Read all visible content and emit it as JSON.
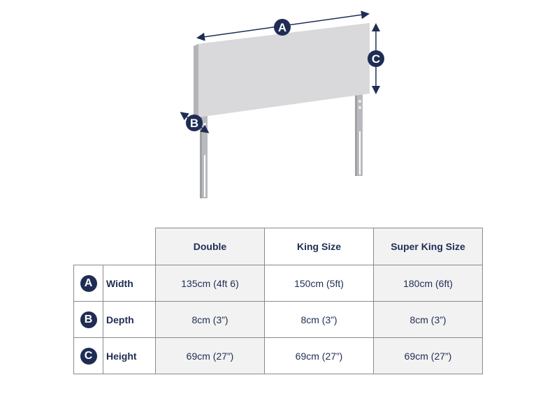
{
  "diagram": {
    "subject": "headboard-with-legs",
    "dimension_markers": [
      {
        "letter": "A",
        "meaning": "Width"
      },
      {
        "letter": "B",
        "meaning": "Depth"
      },
      {
        "letter": "C",
        "meaning": "Height"
      }
    ],
    "colors": {
      "marker": "#1f2d54",
      "panel_front": "#d9d9dc",
      "panel_edge": "#a9a9ad",
      "leg": "#b8babd"
    }
  },
  "table": {
    "columns": [
      "Double",
      "King Size",
      "Super King Size"
    ],
    "rows": [
      {
        "badge": "A",
        "label": "Width",
        "values": [
          "135cm (4ft 6)",
          "150cm (5ft)",
          "180cm (6ft)"
        ]
      },
      {
        "badge": "B",
        "label": "Depth",
        "values": [
          "8cm (3”)",
          "8cm (3”)",
          "8cm (3”)"
        ]
      },
      {
        "badge": "C",
        "label": "Height",
        "values": [
          "69cm (27”)",
          "69cm (27”)",
          "69cm (27”)"
        ]
      }
    ],
    "colors": {
      "text": "#1f2d54",
      "border": "#8a8a8a",
      "shaded_column": "#f2f2f2"
    }
  }
}
